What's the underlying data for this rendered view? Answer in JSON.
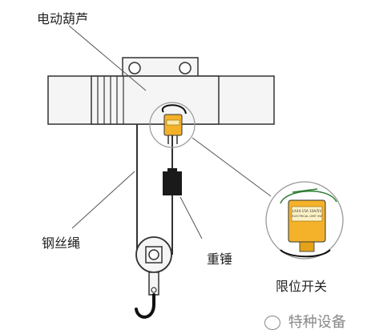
{
  "labels": {
    "hoist": "电动葫芦",
    "wire_rope": "钢丝绳",
    "weight": "重锤",
    "limit_switch": "限位开关"
  },
  "watermark": "特种设备",
  "plate_text": {
    "line1": "LX44-15A 10A/5V",
    "line2": "ELECTRICAL LIMIT SW"
  },
  "colors": {
    "body_fill": "#f5f5f5",
    "outline": "#333333",
    "switch_yellow": "#f4b22a",
    "weight_black": "#1a1a1a",
    "zoom_circle": "#999999",
    "cable_green": "#2e7d32"
  }
}
